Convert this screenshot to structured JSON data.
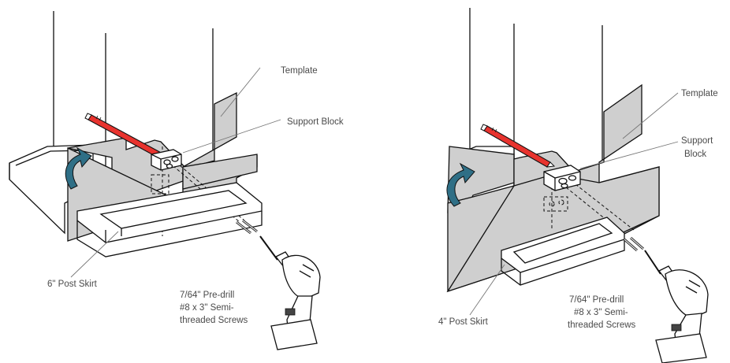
{
  "left_panel": {
    "template_label": "Template",
    "support_block_label": "Support Block",
    "post_skirt_label": "6\" Post Skirt",
    "drill_label_lines": [
      "7/64\" Pre-drill",
      "#8 x 3\" Semi-",
      "threaded Screws"
    ]
  },
  "right_panel": {
    "template_label": "Template",
    "support_block_label_lines": [
      "Support",
      "Block"
    ],
    "post_skirt_label": "4\" Post Skirt",
    "drill_label_lines": [
      "7/64\" Pre-drill",
      "#8 x 3\" Semi-",
      "threaded Screws"
    ]
  },
  "colors": {
    "template_fill": "#cfcfcf",
    "pencil_red": "#e8332e",
    "arrow_blue": "#2f6f86",
    "line": "#111111",
    "label_text": "#4a4a4a"
  }
}
